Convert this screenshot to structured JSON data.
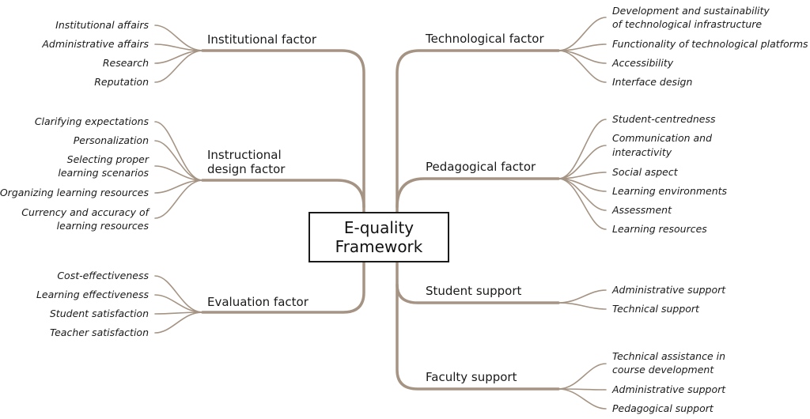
{
  "center": {
    "line1": "E-quality",
    "line2": "Framework"
  },
  "branches": {
    "institutional": {
      "label": "Institutional factor",
      "items": [
        "Institutional affairs",
        "Administrative affairs",
        "Research",
        "Reputation"
      ]
    },
    "instructional": {
      "label_line1": "Instructional",
      "label_line2": "design factor",
      "items": [
        "Clarifying expectations",
        "Personalization",
        [
          "Selecting proper",
          "learning scenarios"
        ],
        "Organizing learning resources",
        [
          "Currency and accuracy of",
          "learning resources"
        ]
      ]
    },
    "evaluation": {
      "label": "Evaluation factor",
      "items": [
        "Cost-effectiveness",
        "Learning effectiveness",
        "Student satisfaction",
        "Teacher satisfaction"
      ]
    },
    "technological": {
      "label": "Technological factor",
      "items": [
        [
          "Development and sustainability",
          "of technological infrastructure"
        ],
        "Functionality of technological platforms",
        "Accessibility",
        "Interface design"
      ]
    },
    "pedagogical": {
      "label": "Pedagogical factor",
      "items": [
        "Student-centredness",
        [
          "Communication and",
          "interactivity"
        ],
        "Social aspect",
        "Learning environments",
        "Assessment",
        "Learning resources"
      ]
    },
    "student_support": {
      "label": "Student support",
      "items": [
        "Administrative support",
        "Technical support"
      ]
    },
    "faculty_support": {
      "label": "Faculty support",
      "items": [
        [
          "Technical assistance in",
          "course development"
        ],
        "Administrative support",
        "Pedagogical support"
      ]
    }
  },
  "colors": {
    "branch_line": "#a59483",
    "text": "#1a1a1a",
    "box_border": "#1a1a1a"
  }
}
